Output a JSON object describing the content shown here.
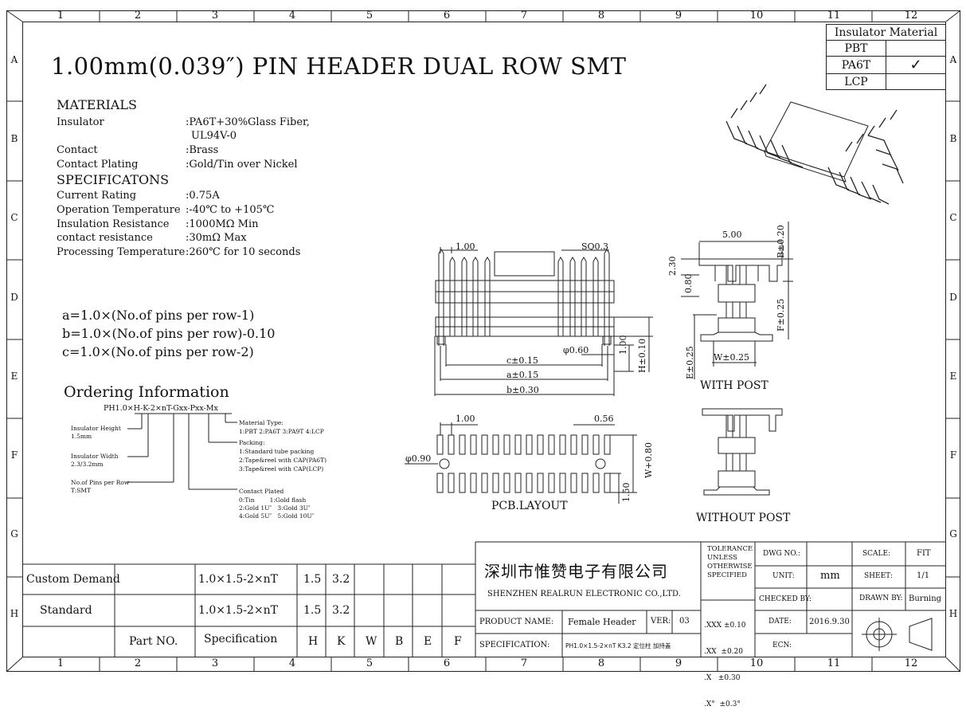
{
  "zones": {
    "cols": [
      "1",
      "2",
      "3",
      "4",
      "5",
      "6",
      "7",
      "8",
      "9",
      "10",
      "11",
      "12"
    ],
    "rows": [
      "A",
      "B",
      "C",
      "D",
      "E",
      "F",
      "G",
      "H"
    ]
  },
  "title": "1.00mm(0.039″) PIN HEADER DUAL ROW SMT",
  "materials": {
    "heading": "MATERIALS",
    "rows": [
      {
        "label": "Insulator",
        "value": ":PA6T+30%Glass Fiber,"
      },
      {
        "label": "",
        "value": "UL94V-0"
      },
      {
        "label": "Contact",
        "value": ":Brass"
      },
      {
        "label": "Contact Plating",
        "value": ":Gold/Tin over Nickel"
      }
    ]
  },
  "specifications": {
    "heading": "SPECIFICATONS",
    "rows": [
      {
        "label": "Current Rating",
        "value": ":0.75A"
      },
      {
        "label": "Operation Temperature",
        "value": ":-40℃ to +105℃"
      },
      {
        "label": "Insulation Resistance",
        "value": ":1000MΩ Min"
      },
      {
        "label": "contact resistance",
        "value": ":30mΩ Max"
      },
      {
        "label": "Processing Temperature",
        "value": ":260℃ for 10 seconds"
      }
    ]
  },
  "formulas": [
    "a=1.0×(No.of pins per row-1)",
    "b=1.0×(No.of pins per row)-0.10",
    "c=1.0×(No.of pins per row-2)"
  ],
  "ordering": {
    "title": "Ordering Information",
    "code": "PH1.0×H-K-2×nT-Gxx-Pxx-Mx",
    "left_labels": [
      {
        "name": "Insulator Height",
        "value": "1.5mm"
      },
      {
        "name": "Insulator Width",
        "value": "2.3/3.2mm"
      },
      {
        "name": "No.of Pins per Row",
        "value": "T:SMT"
      }
    ],
    "material_type": {
      "name": "Material Type:",
      "value": "1:PBT 2:PA6T 3:PA9T 4:LCP"
    },
    "packing": {
      "name": "Packing:",
      "values": [
        "1:Standard tube packing",
        "2:Tape&reel with CAP(PA6T)",
        "3:Tape&reel with CAP(LCP)"
      ]
    },
    "contact_plated": {
      "name": "Contact Plated",
      "values": [
        "0:Tin        1:Gold flash",
        "2:Gold 1U″   3:Gold 3U″",
        "4:Gold 5U″   5:Gold 10U″"
      ]
    }
  },
  "insulator_material": {
    "header": "Insulator Material",
    "options": [
      "PBT",
      "PA6T",
      "LCP"
    ],
    "checked": "PA6T",
    "check_mark": "✓"
  },
  "front_view": {
    "dims": [
      "1.00",
      "SQ0.3",
      "φ0.60",
      "c±0.15",
      "a±0.15",
      "b±0.30",
      "1.00",
      "H±0.10"
    ]
  },
  "side_view": {
    "dims": [
      "5.00",
      "B±0.20",
      "2.30",
      "0.80",
      "F±0.25",
      "E±0.25",
      "W±0.25"
    ],
    "with_post": "WITH POST",
    "without_post": "WITHOUT POST"
  },
  "pcb": {
    "dims": [
      "1.00",
      "0.56",
      "φ0.90",
      "W+0.80",
      "1.50"
    ],
    "label": "PCB.LAYOUT"
  },
  "variants": {
    "headers": [
      "Part NO.",
      "Specification",
      "H",
      "K",
      "W",
      "B",
      "E",
      "F"
    ],
    "rows": [
      {
        "name": "Custom Demand",
        "spec": "1.0×1.5-2×nT",
        "H": "1.5",
        "K": "3.2"
      },
      {
        "name": "Standard",
        "spec": "1.0×1.5-2×nT",
        "H": "1.5",
        "K": "3.2"
      }
    ]
  },
  "title_block": {
    "company_cn": "深圳市惟赞电子有限公司",
    "company_en": "SHENZHEN REALRUN ELECTRONIC CO.,LTD.",
    "product_label": "PRODUCT NAME:",
    "product_value": "Female Header",
    "ver_label": "VER:",
    "ver_value": "03",
    "spec_label": "SPECIFICATION:",
    "spec_value": "PH1.0×1.5-2×nT K3.2 定位柱 加持盖",
    "tolerance_head": [
      "TOLERANCE",
      "UNLESS",
      "OTHERWISE",
      "SPECIFIED"
    ],
    "tolerances": [
      ".XXX ±0.10",
      ".XX  ±0.20",
      ".X   ±0.30",
      ".X°  ±0.3°"
    ],
    "dwg_label": "DWG NO.:",
    "unit_label": "UNIT:",
    "unit_value": "mm",
    "checked_label": "CHECKED BY:",
    "date_label": "DATE:",
    "date_value": "2016.9.30",
    "ecn_label": "ECN:",
    "scale_label": "SCALE:",
    "scale_value": "FIT",
    "sheet_label": "SHEET:",
    "sheet_value": "1/1",
    "drawn_label": "DRAWN BY:",
    "drawn_value": "Burning"
  }
}
